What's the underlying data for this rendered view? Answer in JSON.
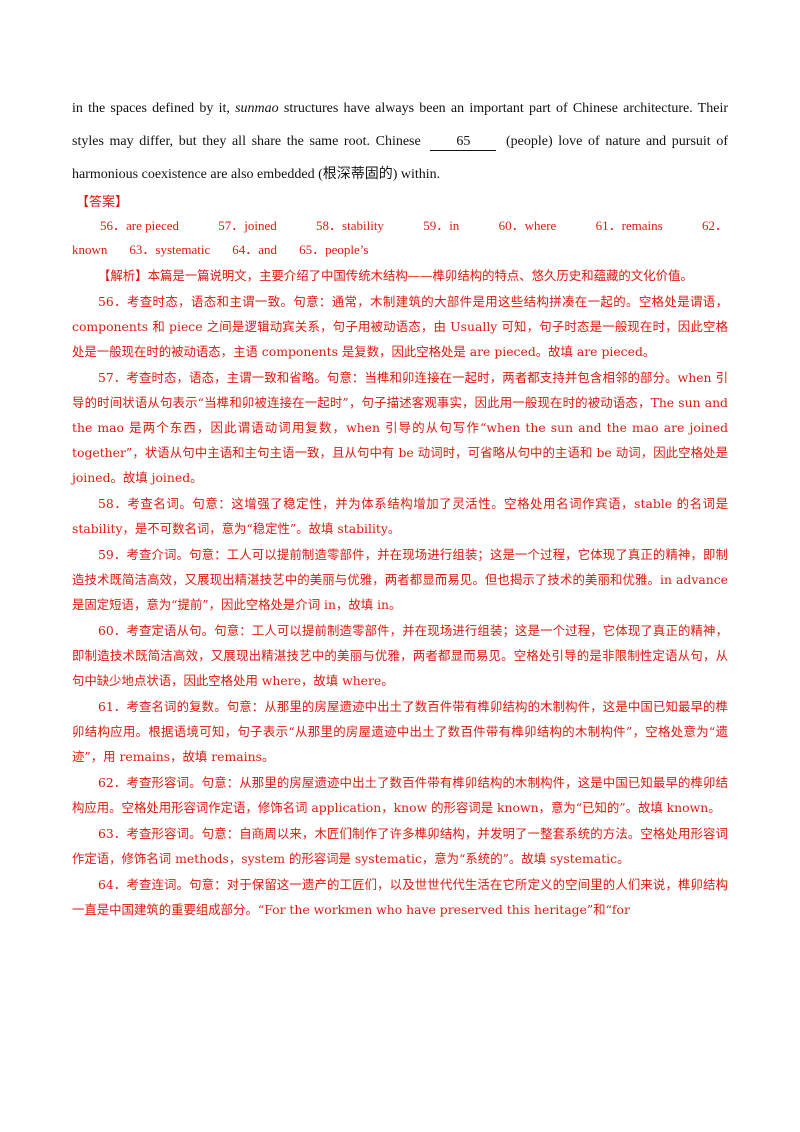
{
  "passage": {
    "line1_a": "in the spaces defined by it, ",
    "line1_term": "sunmao",
    "line1_b": " structures have always been an important part of Chinese architecture. Their styles may differ, but they all share the same root. Chinese",
    "blank_number": "65",
    "line1_c": "(people) love of nature and pursuit of harmonious coexistence are also embedded (根深蒂固的) within."
  },
  "answer_label": "【答案】",
  "answers": {
    "row1": [
      "56．are pieced",
      "57．joined",
      "58．stability",
      "59．in",
      "60．where",
      "61．remains",
      "62．"
    ],
    "row2": [
      "known",
      "63．systematic",
      "64．and",
      "65．people’s"
    ]
  },
  "analysis": {
    "intro_label": "【解析】",
    "intro": "本篇是一篇说明文，主要介绍了中国传统木结构——榫卯结构的特点、悠久历史和蕴藏的文化价值。",
    "items": [
      "56．考查时态，语态和主谓一致。句意：通常，木制建筑的大部件是用这些结构拼凑在一起的。空格处是谓语，components 和 piece 之间是逻辑动宾关系，句子用被动语态，由 Usually 可知，句子时态是一般现在时，因此空格处是一般现在时的被动语态，主语 components 是复数，因此空格处是 are pieced。故填 are pieced。",
      "57．考查时态，语态，主谓一致和省略。句意：当榫和卯连接在一起时，两者都支持并包含相邻的部分。when 引导的时间状语从句表示“当榫和卯被连接在一起时”，句子描述客观事实，因此用一般现在时的被动语态，The sun and the mao 是两个东西，因此谓语动词用复数，when 引导的从句写作“when the sun and the mao are joined together”，状语从句中主语和主句主语一致，且从句中有 be 动词时，可省略从句中的主语和 be 动词，因此空格处是 joined。故填 joined。",
      "58．考查名词。句意：这增强了稳定性，并为体系结构增加了灵活性。空格处用名词作宾语，stable 的名词是 stability，是不可数名词，意为“稳定性”。故填 stability。",
      "59．考查介词。句意：工人可以提前制造零部件，并在现场进行组装；这是一个过程，它体现了真正的精神，即制造技术既简洁高效，又展现出精湛技艺中的美丽与优雅，两者都显而易见。但也揭示了技术的美丽和优雅。in advance 是固定短语，意为“提前”，因此空格处是介词 in，故填 in。",
      "60．考查定语从句。句意：工人可以提前制造零部件，并在现场进行组装；这是一个过程，它体现了真正的精神，即制造技术既简洁高效，又展现出精湛技艺中的美丽与优雅，两者都显而易见。空格处引导的是非限制性定语从句，从句中缺少地点状语，因此空格处用 where，故填 where。",
      "61．考查名词的复数。句意：从那里的房屋遗迹中出土了数百件带有榫卯结构的木制构件，这是中国已知最早的榫卯结构应用。根据语境可知，句子表示“从那里的房屋遗迹中出土了数百件带有榫卯结构的木制构件”，空格处意为“遗迹”，用 remains，故填 remains。",
      "62．考查形容词。句意：从那里的房屋遗迹中出土了数百件带有榫卯结构的木制构件，这是中国已知最早的榫卯结构应用。空格处用形容词作定语，修饰名词 application，know 的形容词是 known，意为“已知的”。故填 known。",
      "63．考查形容词。句意：自商周以来，木匠们制作了许多榫卯结构，并发明了一整套系统的方法。空格处用形容词作定语，修饰名词 methods，system 的形容词是 systematic，意为“系统的”。故填 systematic。",
      "64．考查连词。句意：对于保留这一遗产的工匠们，以及世世代代生活在它所定义的空间里的人们来说，榫卯结构一直是中国建筑的重要组成部分。“For the workmen who have preserved this heritage”和“for"
    ]
  }
}
